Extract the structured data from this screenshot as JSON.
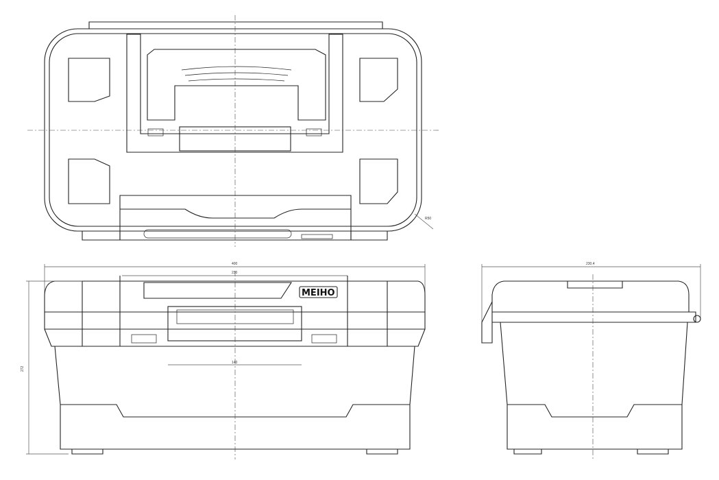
{
  "drawing": {
    "brand_logo": "MEIHO",
    "dimensions": {
      "overall_width": "400",
      "lid_width": "230",
      "handle_width": "140",
      "depth": "230.4",
      "height": "272",
      "corner_radius": "R50"
    },
    "views": [
      "top-view",
      "front-view",
      "side-view"
    ]
  }
}
